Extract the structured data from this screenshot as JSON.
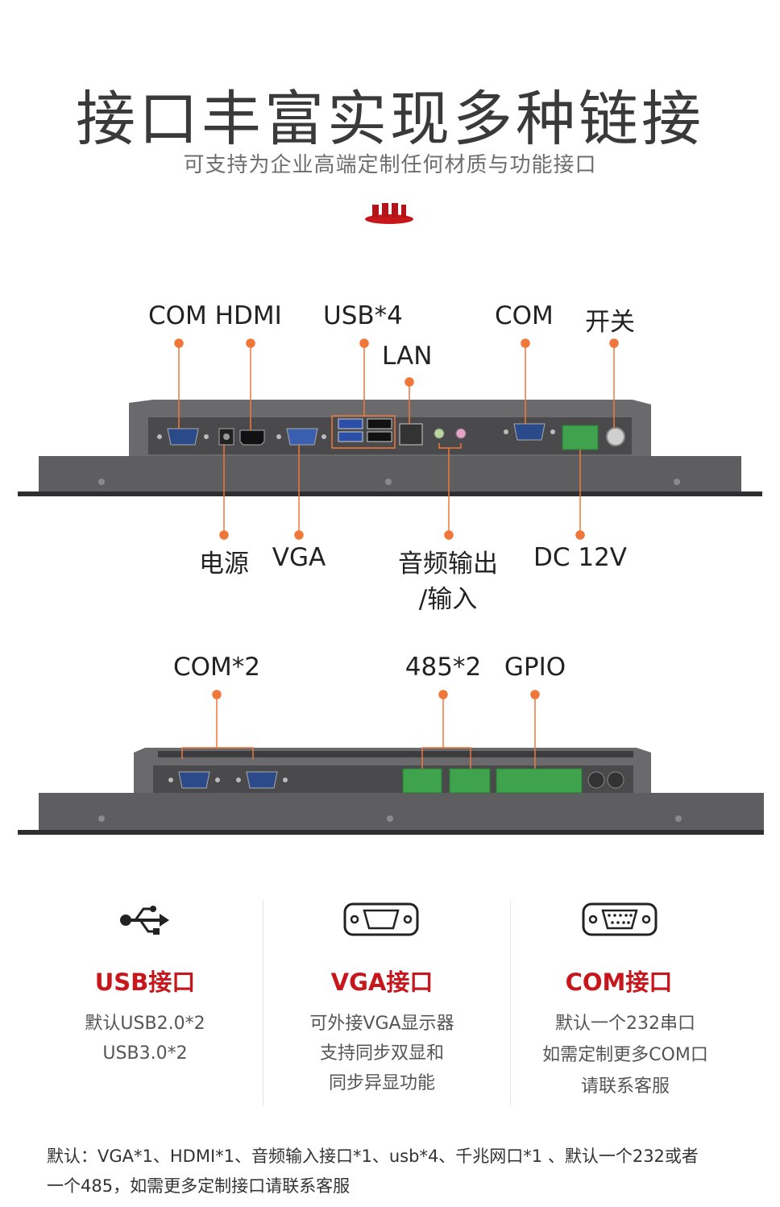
{
  "header": {
    "title": "接口丰富实现多种链接",
    "subtitle": "可支持为企业高端定制任何材质与功能接口"
  },
  "diagram1": {
    "top_labels": {
      "com_hdmi": "COM HDMI",
      "usb": "USB*4",
      "lan": "LAN",
      "com": "COM",
      "switch": "开关"
    },
    "bottom_labels": {
      "power": "电源",
      "vga": "VGA",
      "audio_line1": "音频输出",
      "audio_line2": "/输入",
      "dc": "DC 12V"
    }
  },
  "diagram2": {
    "labels": {
      "com2": "COM*2",
      "rs485": "485*2",
      "gpio": "GPIO"
    }
  },
  "features": [
    {
      "icon": "usb-icon",
      "title": "USB接口",
      "lines": [
        "默认USB2.0*2",
        "USB3.0*2"
      ]
    },
    {
      "icon": "vga-port-icon",
      "title": "VGA接口",
      "lines": [
        "可外接VGA显示器",
        "支持同步双显和",
        "同步异显功能"
      ]
    },
    {
      "icon": "com-port-icon",
      "title": "COM接口",
      "lines": [
        "默认一个232串口",
        "如需定制更多COM口",
        "请联系客服"
      ]
    }
  ],
  "footer": {
    "line1": "默认：VGA*1、HDMI*1、音频输入接口*1、usb*4、千兆网口*1 、默认一个232或者",
    "line2": "一个485，如需更多定制接口请联系客服"
  },
  "colors": {
    "accent_red": "#c8161d",
    "callout_orange": "#f0773a",
    "panel_gray": "#5e5e60",
    "terminal_green": "#3fa34d"
  }
}
